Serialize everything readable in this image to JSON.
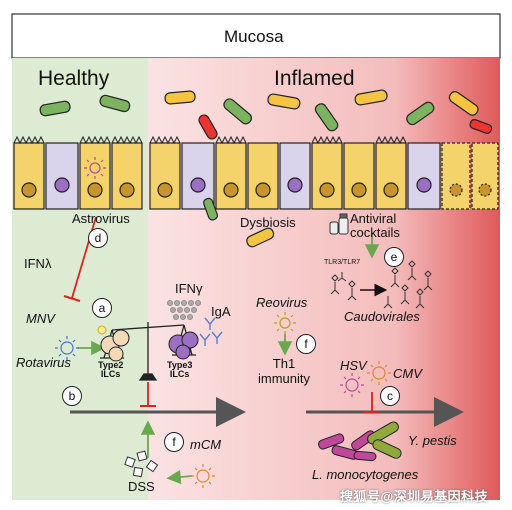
{
  "title": "Mucosa",
  "sections": {
    "healthy": "Healthy",
    "inflamed": "Inflamed"
  },
  "labels": {
    "astrovirus": "Astrovirus",
    "ifn_lambda": "IFNλ",
    "mnv": "MNV",
    "rotavirus": "Rotavirus",
    "type2_ilcs": "Type2\nILCs",
    "type3_ilcs": "Type3\nILCs",
    "ifn_gamma": "IFNγ",
    "iga": "IgA",
    "dysbiosis": "Dysbiosis",
    "antiviral_cocktails": "Antiviral\ncocktails",
    "tlr": "TLR3/TLR7",
    "caudovirales": "Caudovirales",
    "reovirus": "Reovirus",
    "th1_immunity": "Th1\nimmunity",
    "hsv": "HSV",
    "cmv": "CMV",
    "y_pestis": "Y. pestis",
    "l_monocytogenes": "L. monocytogenes",
    "mcm": "mCM",
    "dss": "DSS"
  },
  "markers": {
    "a": "a",
    "b": "b",
    "c": "c",
    "d": "d",
    "e": "e",
    "f1": "f",
    "f2": "f"
  },
  "watermark": "搜狐号@深圳易基因科技",
  "colors": {
    "healthy_bg": "#dcebd2",
    "inflamed_bg": "#f4c9c9",
    "cell_yellow": "#f3d36a",
    "cell_purple": "#d9d3ec",
    "arrow_green": "#6aa84f",
    "inhibit_red": "#e02020"
  }
}
